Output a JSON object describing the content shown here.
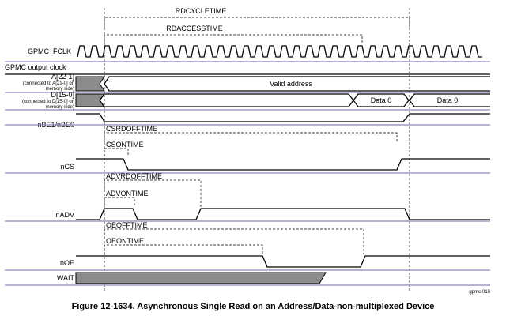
{
  "signals": {
    "gpmc_fclk": "GPMC_FCLK",
    "gpmc_output_clock": "GPMC output clock",
    "addr": "A[22-1]",
    "addr_note": "(connected to A[21-0] on memory side)",
    "data": "D[15-0]",
    "data_note": "(connected to D[15-0] on memory side)",
    "nbe": "nBE1/nBE0",
    "ncs": "nCS",
    "nadv": "nADV",
    "noe": "nOE",
    "wait": "WAIT"
  },
  "bus_values": {
    "valid_address": "Valid address",
    "data0_a": "Data 0",
    "data0_b": "Data 0"
  },
  "timings": {
    "rdcycletime": "RDCYCLETIME",
    "rdaccesstime": "RDACCESSTIME",
    "csrdofftime": "CSRDOFFTIME",
    "csontime": "CSONTIME",
    "advrdofftime": "ADVRDOFFTIME",
    "advontime": "ADVONTIME",
    "oeofftime": "OEOFFTIME",
    "oeontime": "OEONTIME"
  },
  "caption": "Figure 12-1634. Asynchronous Single Read on an Address/Data-non-multiplexed Device",
  "figure_id": "gpmc-010",
  "colors": {
    "separator": "#8a87b8",
    "bus_fill": "#8c8c8c"
  }
}
